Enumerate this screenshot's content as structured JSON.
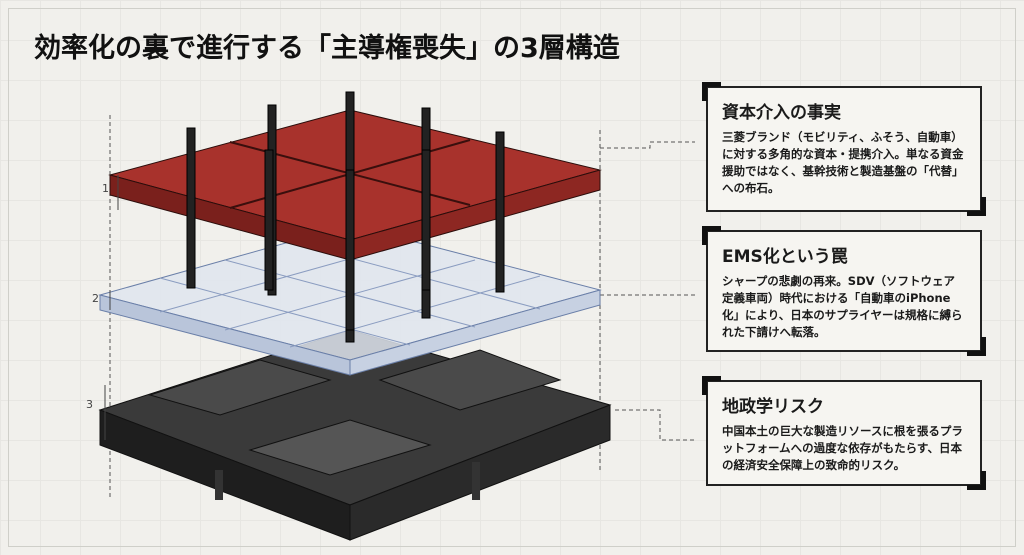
{
  "title": "効率化の裏で進行する「主導権喪失」の3層構造",
  "layers": [
    {
      "number": "1",
      "heading": "資本介入の事実",
      "body": "三菱ブランド（モビリティ、ふそう、自動車）に対する多角的な資本・提携介入。単なる資金援助ではなく、基幹技術と製造基盤の「代替」への布石。",
      "color": "#a8322c"
    },
    {
      "number": "2",
      "heading": "EMS化という罠",
      "body": "シャープの悲劇の再来。SDV（ソフトウェア定義車両）時代における「自動車のiPhone化」により、日本のサプライヤーは規格に縛られた下請けへ転落。",
      "color": "#c9d3e3"
    },
    {
      "number": "3",
      "heading": "地政学リスク",
      "body": "中国本土の巨大な製造リソースに根を張るプラットフォームへの過度な依存がもたらす、日本の経済安全保障上の致命的リスク。",
      "color": "#2b2b2b"
    }
  ]
}
